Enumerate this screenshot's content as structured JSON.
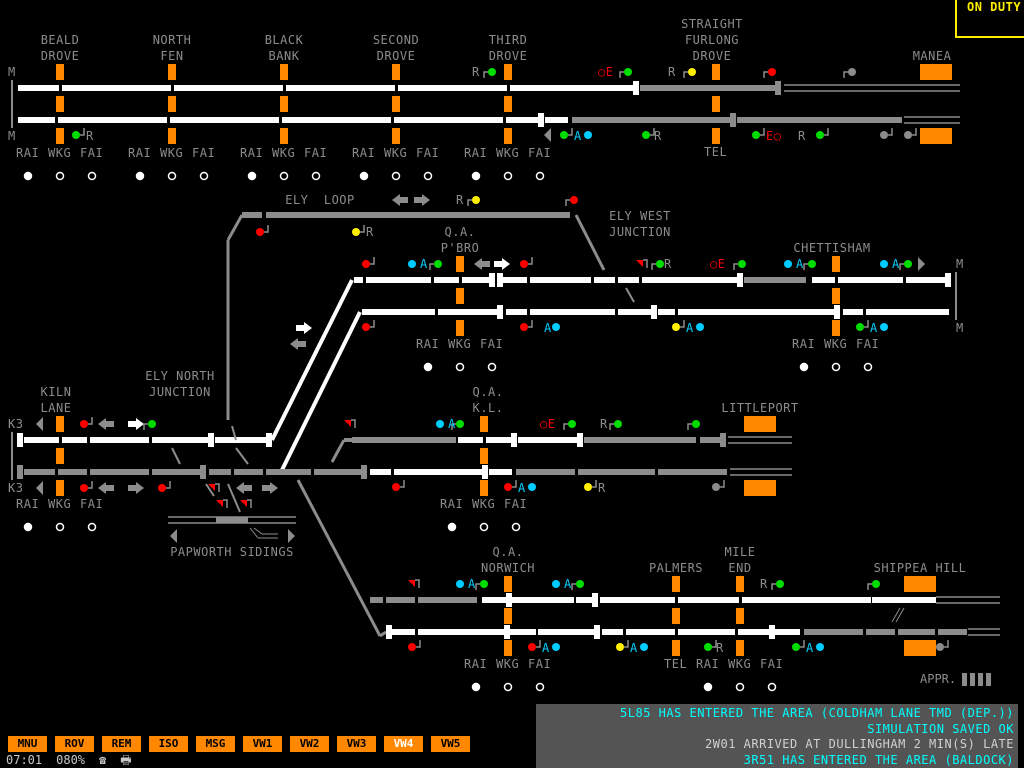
{
  "window": {
    "on_duty_label": "ON DUTY"
  },
  "colors": {
    "track_clear": "#ffffff",
    "track_unoccupied": "#8c8c8c",
    "level_crossing": "#ff8800",
    "signal_red": "#ff0000",
    "signal_green": "#00dd00",
    "signal_yellow": "#ffee00",
    "signal_off": "#8c8c8c",
    "auto_cyan": "#00ccff",
    "label_grey": "#8c8c8c",
    "message_cyan": "#00ffff",
    "message_grey": "#d0d0d0"
  },
  "locations": [
    {
      "id": "beald-drove",
      "label": "BEALD\nDROVE"
    },
    {
      "id": "north-fen",
      "label": "NORTH\nFEN"
    },
    {
      "id": "black-bank",
      "label": "BLACK\nBANK"
    },
    {
      "id": "second-drove",
      "label": "SECOND\nDROVE"
    },
    {
      "id": "third-drove",
      "label": "THIRD\nDROVE"
    },
    {
      "id": "straight-furlong-drove",
      "label": "STRAIGHT\nFURLONG\nDROVE"
    },
    {
      "id": "manea",
      "label": "MANEA"
    },
    {
      "id": "ely-loop",
      "label": "ELY  LOOP"
    },
    {
      "id": "ely-west-junction",
      "label": "ELY WEST\nJUNCTION"
    },
    {
      "id": "qa-pbro",
      "label": "Q.A.\nP'BRO"
    },
    {
      "id": "chettisham",
      "label": "CHETTISHAM"
    },
    {
      "id": "kiln-lane",
      "label": "KILN\nLANE"
    },
    {
      "id": "ely-north-junction",
      "label": "ELY NORTH\nJUNCTION"
    },
    {
      "id": "qa-kl",
      "label": "Q.A.\nK.L."
    },
    {
      "id": "littleport",
      "label": "LITTLEPORT"
    },
    {
      "id": "papworth-sidings",
      "label": "PAPWORTH SIDINGS"
    },
    {
      "id": "qa-norwich",
      "label": "Q.A.\nNORWICH"
    },
    {
      "id": "palmers",
      "label": "PALMERS"
    },
    {
      "id": "mile-end",
      "label": "MILE\nEND"
    },
    {
      "id": "shippea-hill",
      "label": "SHIPPEA HILL"
    }
  ],
  "crossing_labels": {
    "rai": "RAI",
    "wkg": "WKG",
    "fai": "FAI",
    "tel": "TEL"
  },
  "line_markers": {
    "m": "M",
    "k3": "K3"
  },
  "signal_letters": {
    "route": "R",
    "auto": "A",
    "emergency": "E"
  },
  "crossing_indicators": [
    {
      "location": "beald-drove",
      "rai": "on",
      "wkg": "off",
      "fai": "off"
    },
    {
      "location": "north-fen",
      "rai": "on",
      "wkg": "off",
      "fai": "off"
    },
    {
      "location": "black-bank",
      "rai": "on",
      "wkg": "off",
      "fai": "off"
    },
    {
      "location": "second-drove",
      "rai": "on",
      "wkg": "off",
      "fai": "off"
    },
    {
      "location": "third-drove",
      "rai": "on",
      "wkg": "off",
      "fai": "off"
    },
    {
      "location": "qa-pbro",
      "rai": "on",
      "wkg": "off",
      "fai": "off"
    },
    {
      "location": "chettisham",
      "rai": "on",
      "wkg": "off",
      "fai": "off"
    },
    {
      "location": "kiln-lane",
      "rai": "on",
      "wkg": "off",
      "fai": "off"
    },
    {
      "location": "qa-kl",
      "rai": "on",
      "wkg": "off",
      "fai": "off"
    },
    {
      "location": "qa-norwich",
      "rai": "on",
      "wkg": "off",
      "fai": "off"
    },
    {
      "location": "mile-end",
      "rai": "on",
      "wkg": "off",
      "fai": "off"
    }
  ],
  "approach": {
    "label": "APPR.",
    "bars": 4
  },
  "toolbar": {
    "buttons": [
      {
        "label": "MNU",
        "active": false
      },
      {
        "label": "ROV",
        "active": false
      },
      {
        "label": "REM",
        "active": false
      },
      {
        "label": "ISO",
        "active": false
      },
      {
        "label": "MSG",
        "active": false
      },
      {
        "label": "VW1",
        "active": false
      },
      {
        "label": "VW2",
        "active": false
      },
      {
        "label": "VW3",
        "active": false
      },
      {
        "label": "VW4",
        "active": true
      },
      {
        "label": "VW5",
        "active": false
      }
    ]
  },
  "status": {
    "time": "07:01",
    "speed": "080%",
    "phone_icon": "telephone-icon",
    "printer_icon": "printer-icon"
  },
  "messages": [
    {
      "text": "5L85 HAS ENTERED THE AREA (COLDHAM LANE TMD (DEP.))",
      "color": "#00ffff"
    },
    {
      "text": "SIMULATION SAVED OK",
      "color": "#00ffff"
    },
    {
      "text": "2W01 ARRIVED AT DULLINGHAM 2 MIN(S) LATE",
      "color": "#d0d0d0"
    },
    {
      "text": "3R51 HAS ENTERED THE AREA (BALDOCK)",
      "color": "#00ffff"
    }
  ]
}
